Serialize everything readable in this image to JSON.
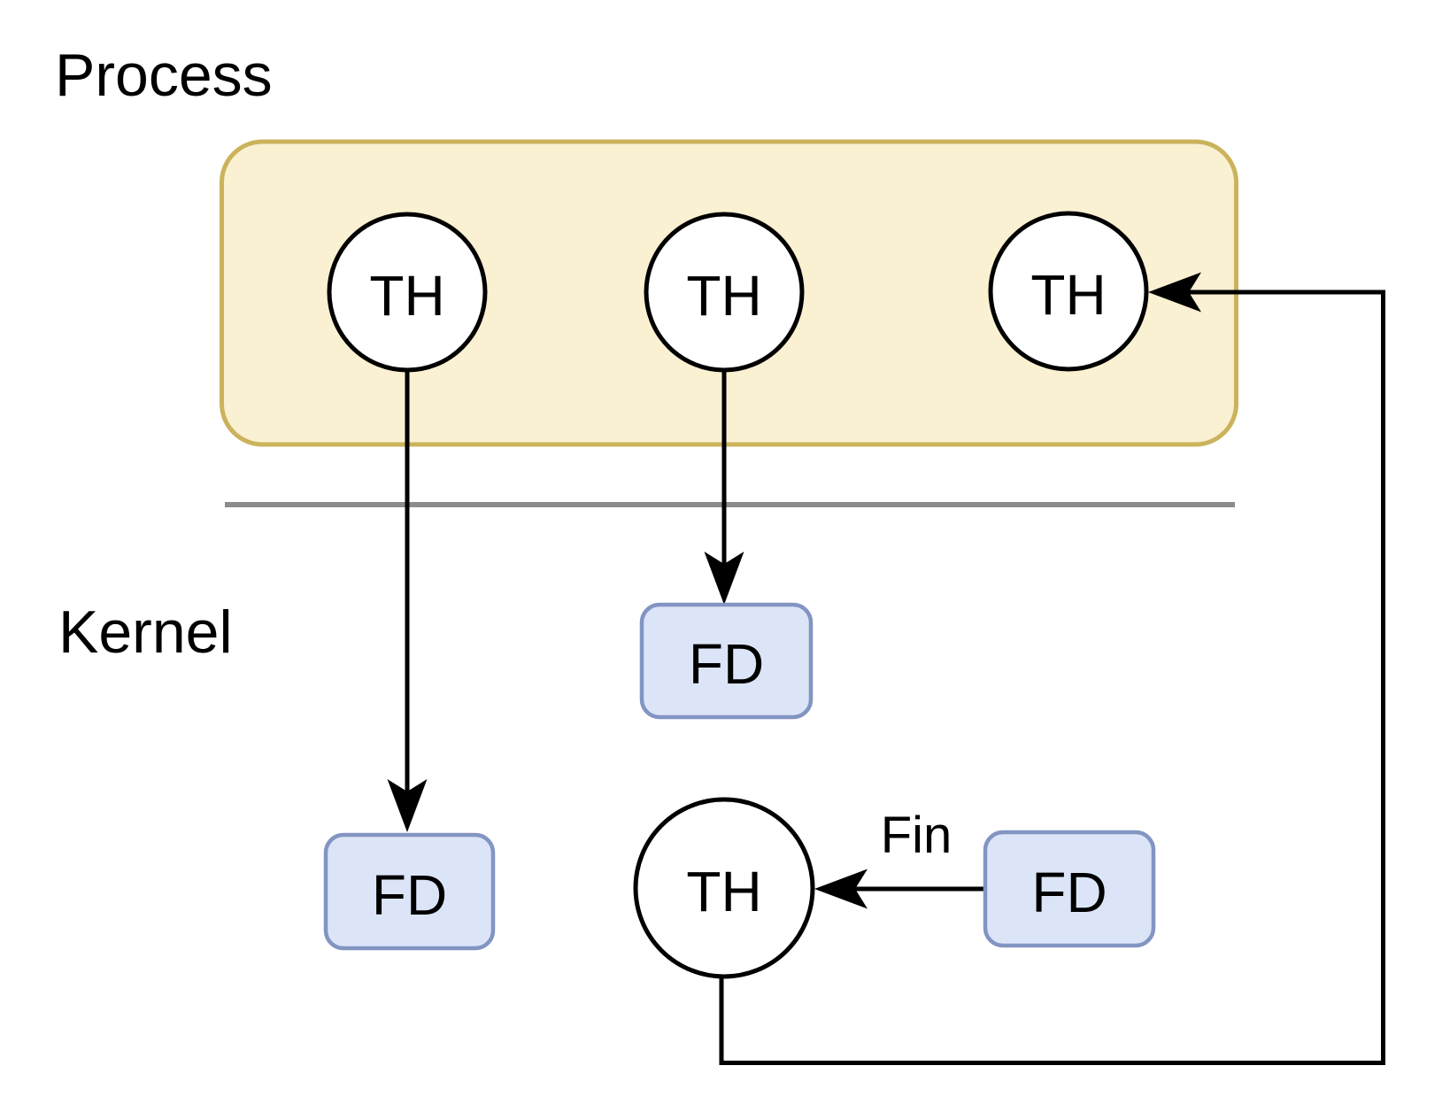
{
  "labels": {
    "process": "Process",
    "kernel": "Kernel",
    "thread": "TH",
    "file_descriptor": "FD",
    "fin": "Fin"
  },
  "colors": {
    "canvas_bg": "#ffffff",
    "process_box_fill": "#FAF0D2",
    "process_box_stroke": "#CBB35C",
    "fd_box_fill": "#DCE5F7",
    "fd_box_stroke": "#8295C2",
    "node_fill": "#ffffff",
    "line": "#000000",
    "divider": "#8C8C8C",
    "text": "#000000"
  },
  "diagram": {
    "type": "diagram",
    "regions": [
      {
        "name": "Process",
        "nodes": [
          "TH",
          "TH",
          "TH"
        ]
      },
      {
        "name": "Kernel",
        "nodes": [
          "FD",
          "FD",
          "FD",
          "TH"
        ]
      }
    ],
    "edges": [
      {
        "from": "process-thread-1",
        "to": "kernel-fd-left"
      },
      {
        "from": "process-thread-2",
        "to": "kernel-fd-middle"
      },
      {
        "from": "kernel-fd-right",
        "to": "kernel-thread",
        "label": "Fin"
      },
      {
        "from": "kernel-thread",
        "to": "process-thread-3"
      }
    ]
  }
}
